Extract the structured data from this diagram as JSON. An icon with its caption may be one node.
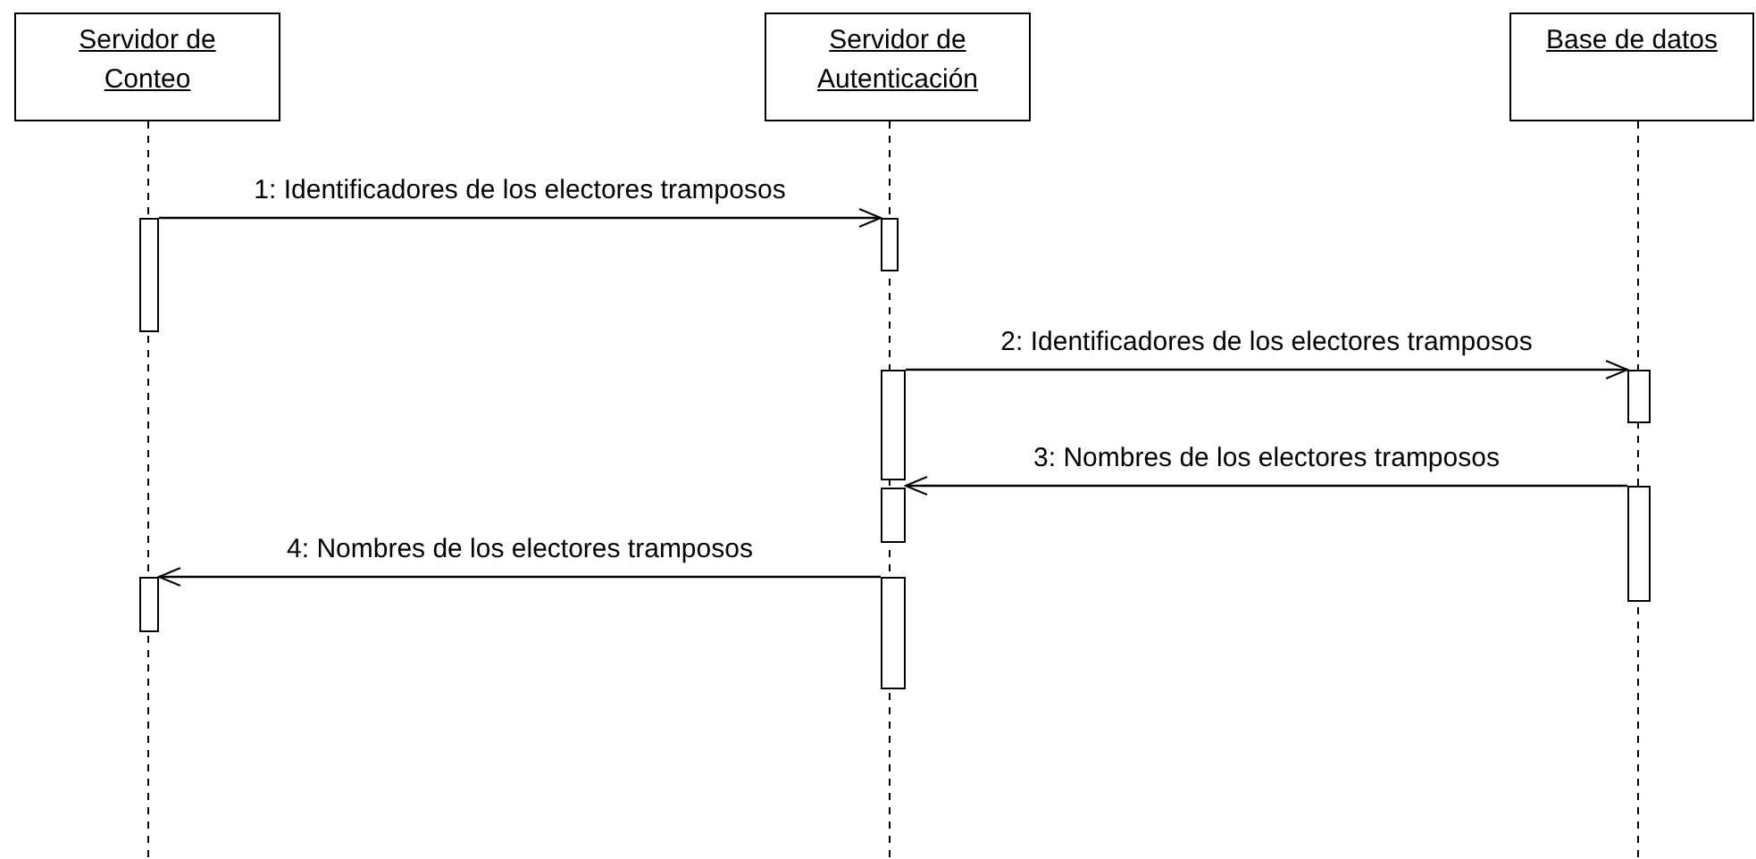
{
  "diagram": {
    "nodes": [
      {
        "text": [
          "Servidor de Conteo"
        ]
      },
      {
        "text": [
          "Servidor de Autenticación"
        ]
      },
      {
        "text": [
          "Base de datos"
        ]
      },
      {
        "text": [],
        "shape": "bar"
      },
      {
        "text": [],
        "shape": "bar"
      },
      {
        "text": [],
        "shape": "bar"
      },
      {
        "text": [],
        "shape": "bar"
      },
      {
        "text": [],
        "shape": "bar"
      },
      {
        "text": [],
        "shape": "bar"
      },
      {
        "text": [],
        "shape": "bar"
      },
      {
        "text": [],
        "shape": "bar"
      }
    ],
    "edges": [
      {
        "from": 3,
        "to": 4,
        "arrow": "to",
        "label": "1: Identificadores de los electores tramposos"
      },
      {
        "from": 5,
        "to": 6,
        "arrow": "to",
        "label": "2: Identificadores de los electores tramposos"
      },
      {
        "from": 8,
        "to": 7,
        "arrow": "to",
        "label": "3: Nombres de los electores tramposos"
      },
      {
        "from": 10,
        "to": 9,
        "arrow": "to",
        "label": "4: Nombres de los electores tramposos"
      }
    ]
  }
}
